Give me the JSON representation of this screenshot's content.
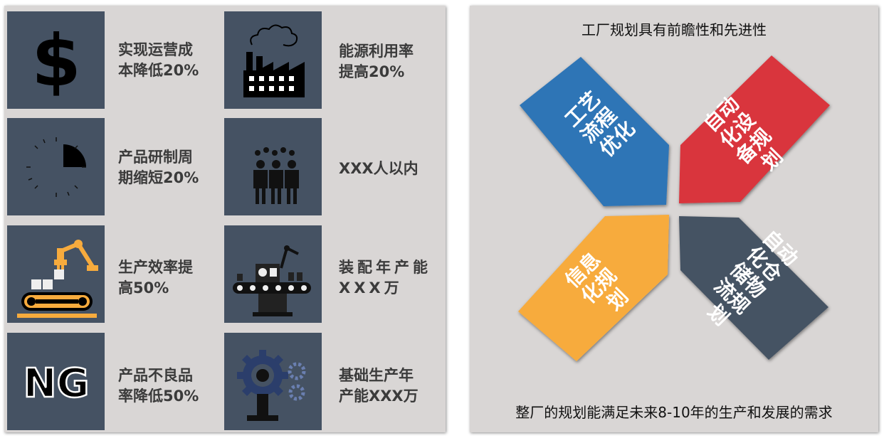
{
  "metrics": [
    {
      "icon": "dollar-icon",
      "label": "实现运营成\n本降低20%"
    },
    {
      "icon": "factory-icon",
      "label": "能源利用率\n提高20%"
    },
    {
      "icon": "clock-icon",
      "label": "产品研制周\n期缩短20%"
    },
    {
      "icon": "workers-icon",
      "label": "XXX人以内"
    },
    {
      "icon": "robot-arm-icon",
      "label": "生产效率提\n高50%"
    },
    {
      "icon": "assembly-machine-icon",
      "label": "装配年产能\nXXX万"
    },
    {
      "icon": "ng-icon",
      "label": "产品不良品\n率降低50%",
      "icon_text": "NG"
    },
    {
      "icon": "gears-icon",
      "label": "基础生产年\n产能XXX万"
    }
  ],
  "diagram": {
    "title": "工厂规划具有前瞻性和先进性",
    "footer": "整厂的规划能满足未来8-10年的生产和发展的需求",
    "tiles": [
      {
        "name": "process",
        "label_lines": [
          "工艺",
          "流程",
          "优化"
        ],
        "color": "#2e75b6"
      },
      {
        "name": "equipment",
        "label_lines": [
          "自动",
          "化设",
          "备规",
          "划"
        ],
        "color": "#d9343d"
      },
      {
        "name": "information",
        "label_lines": [
          "信息",
          "化规",
          "划"
        ],
        "color": "#f7ab3d"
      },
      {
        "name": "warehouse",
        "label_lines": [
          "自动",
          "化仓",
          "储物",
          "流规",
          "划"
        ],
        "color": "#455263"
      }
    ]
  }
}
